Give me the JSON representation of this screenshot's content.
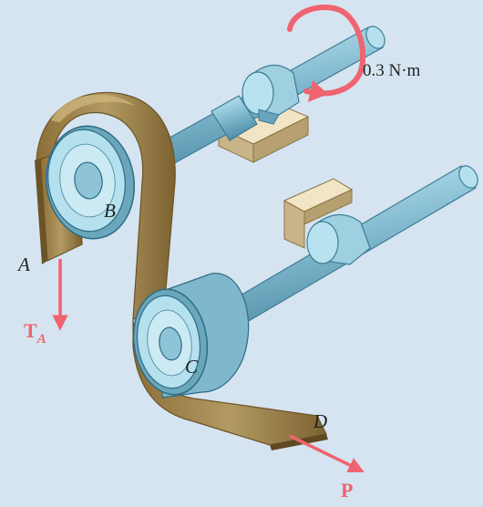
{
  "labels": {
    "torque": "0.3 N·m",
    "point_a": "A",
    "point_b": "B",
    "point_c": "C",
    "point_d": "D",
    "tension_main": "T",
    "tension_sub": "A",
    "force_p": "P"
  },
  "colors": {
    "background": "#d5e4f0",
    "shaft": "#8fc4d8",
    "belt": "#a6894e",
    "bearing": "#e4d6b4",
    "arrow": "#f06370",
    "text": "#222222"
  }
}
